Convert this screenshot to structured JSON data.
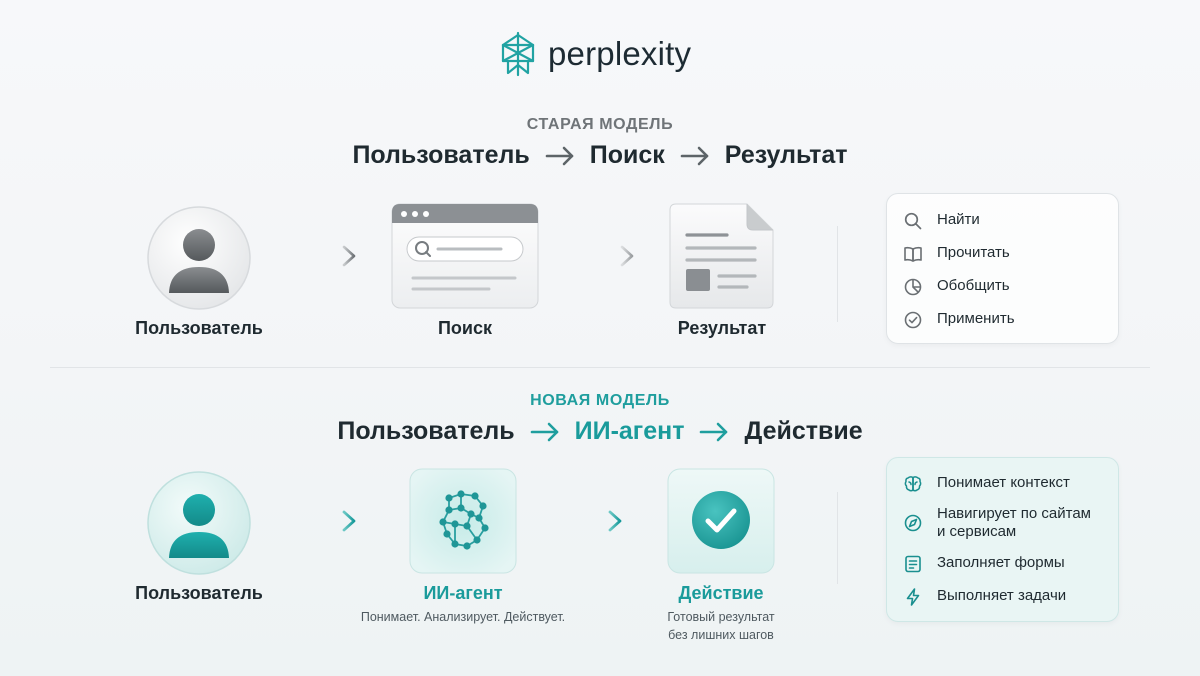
{
  "logo": {
    "word": "perplexity",
    "icon": "perplexity-logo-icon"
  },
  "old_model": {
    "label": "СТАРАЯ МОДЕЛЬ",
    "flow": [
      "Пользователь",
      "Поиск",
      "Результат"
    ],
    "nodes": [
      {
        "label": "Пользователь",
        "icon": "user-icon"
      },
      {
        "label": "Поиск",
        "icon": "browser-search-icon"
      },
      {
        "label": "Результат",
        "icon": "document-icon"
      }
    ],
    "actions": [
      {
        "label": "Найти",
        "icon": "search-icon"
      },
      {
        "label": "Прочитать",
        "icon": "book-icon"
      },
      {
        "label": "Обобщить",
        "icon": "pie-chart-icon"
      },
      {
        "label": "Применить",
        "icon": "check-circle-icon"
      }
    ]
  },
  "new_model": {
    "label": "НОВАЯ МОДЕЛЬ",
    "flow": [
      "Пользователь",
      "ИИ-агент",
      "Действие"
    ],
    "nodes": [
      {
        "label": "Пользователь",
        "icon": "user-icon"
      },
      {
        "label": "ИИ-агент",
        "icon": "ai-network-icon",
        "sub": "Понимает. Анализирует. Действует."
      },
      {
        "label": "Действие",
        "icon": "check-badge-icon",
        "sub_line1": "Готовый результат",
        "sub_line2": "без лишних шагов"
      }
    ],
    "capabilities": [
      {
        "label": "Понимает контекст",
        "icon": "brain-icon"
      },
      {
        "label_line1": "Навигирует по сайтам",
        "label_line2": "и сервисам",
        "icon": "compass-icon"
      },
      {
        "label": "Заполняет формы",
        "icon": "form-icon"
      },
      {
        "label": "Выполняет задачи",
        "icon": "lightning-icon"
      }
    ]
  },
  "colors": {
    "accent": "#1a9b9b",
    "grey": "#6f7478",
    "dark": "#1f2a30"
  }
}
